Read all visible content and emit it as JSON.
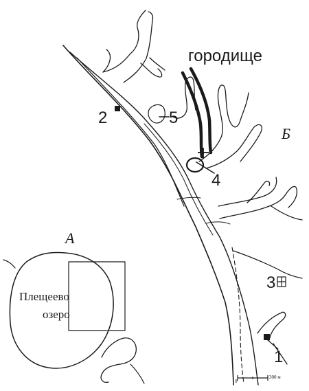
{
  "labels": {
    "settlement": "городище",
    "panel_a": "А",
    "panel_b": "Б",
    "lake_line1": "Плещеево",
    "lake_line2": "озеро",
    "site_1": "1",
    "site_2": "2",
    "site_3": "3",
    "site_4": "4",
    "site_5": "5",
    "scale_zero": "0",
    "scale_value": "300 м"
  },
  "icons": [
    "site-marker-square-icon",
    "cross-icon",
    "building-icon",
    "scale-bar-icon"
  ],
  "colors": {
    "ink": "#1a1a1a",
    "background": "#ffffff"
  }
}
